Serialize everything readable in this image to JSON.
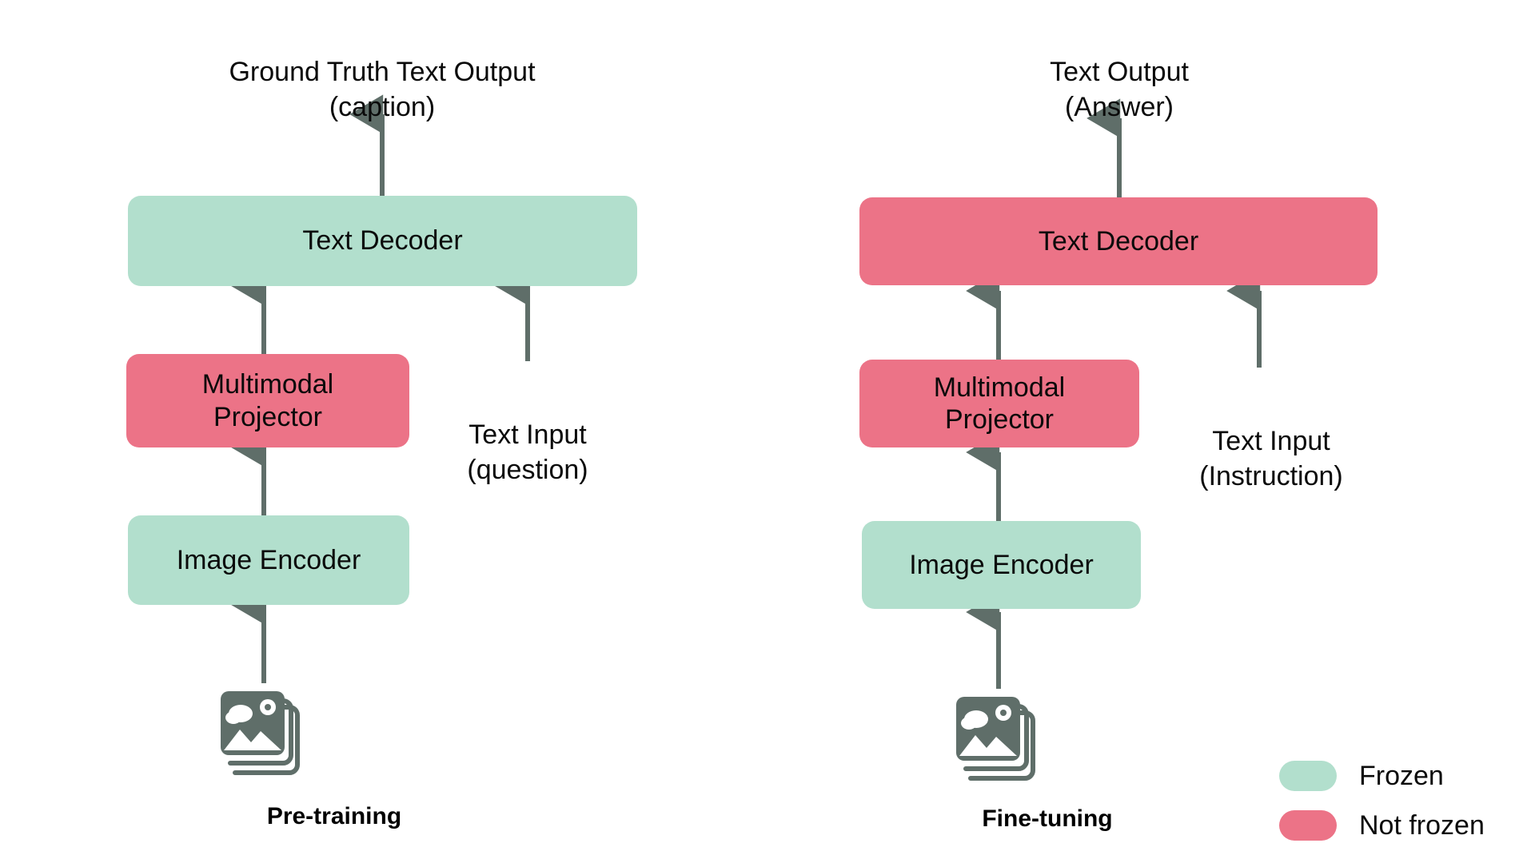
{
  "diagram": {
    "title_left": "Pre-training",
    "title_right": "Fine-tuning",
    "colors": {
      "frozen": "#b2dfcd",
      "not_frozen": "#ec7387",
      "arrow": "#5f6e69",
      "icon": "#5f6e69",
      "text": "#0a0a0a",
      "background": "#ffffff"
    }
  },
  "left_column": {
    "output_label": "Ground Truth Text Output\n(caption)",
    "text_decoder": {
      "label": "Text Decoder",
      "state": "Frozen"
    },
    "multimodal_projector": {
      "label": "Multimodal\nProjector",
      "state": "Not frozen"
    },
    "image_encoder": {
      "label": "Image Encoder",
      "state": "Frozen"
    },
    "text_input_label": "Text Input\n(question)",
    "image_icon": "image-stack-icon",
    "stage_label": "Pre-training"
  },
  "right_column": {
    "output_label": "Text Output\n(Answer)",
    "text_decoder": {
      "label": "Text Decoder",
      "state": "Not frozen"
    },
    "multimodal_projector": {
      "label": "Multimodal\nProjector",
      "state": "Not frozen"
    },
    "image_encoder": {
      "label": "Image Encoder",
      "state": "Frozen"
    },
    "text_input_label": "Text Input\n(Instruction)",
    "image_icon": "image-stack-icon",
    "stage_label": "Fine-tuning"
  },
  "legend": {
    "items": [
      {
        "label": "Frozen",
        "color": "#b2dfcd"
      },
      {
        "label": "Not frozen",
        "color": "#ec7387"
      }
    ]
  }
}
